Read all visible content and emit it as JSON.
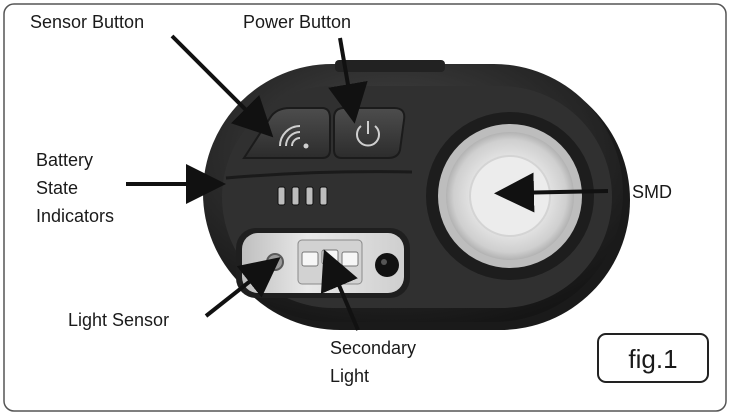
{
  "labels": {
    "sensor_button": "Sensor Button",
    "power_button": "Power Button",
    "battery_line1": "Battery",
    "battery_line2": "State",
    "battery_line3": "Indicators",
    "smd": "SMD",
    "light_sensor": "Light Sensor",
    "secondary_line1": "Secondary",
    "secondary_line2": "Light"
  },
  "figure_tag": "fig.1",
  "colors": {
    "border": "#444444",
    "device_body": "#2b2b2b",
    "device_rim": "#3a3a3a",
    "arrow": "#111111",
    "lens_outer": "#c9c9c9",
    "lens_inner": "#e6e6e6",
    "light_panel": "#d8d8d8"
  }
}
